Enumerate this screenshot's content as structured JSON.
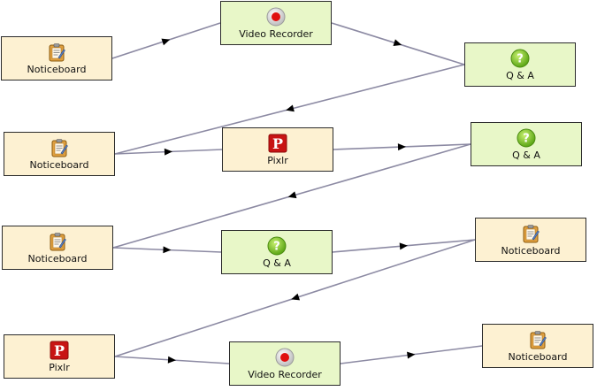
{
  "colors": {
    "notice_fill": "#fdf1d2",
    "green_fill": "#e8f7c8",
    "edge": "#8c8aa3",
    "arrow": "#000000"
  },
  "nodes": [
    {
      "id": "n1",
      "kind": "notice",
      "icon": "noticeboard-icon",
      "label": "Noticeboard"
    },
    {
      "id": "n2",
      "kind": "green",
      "icon": "record-icon",
      "label": "Video Recorder"
    },
    {
      "id": "n3",
      "kind": "green",
      "icon": "question-icon",
      "label": "Q & A"
    },
    {
      "id": "n4",
      "kind": "notice",
      "icon": "noticeboard-icon",
      "label": "Noticeboard"
    },
    {
      "id": "n5",
      "kind": "pixlr",
      "icon": "pixlr-icon",
      "label": "Pixlr"
    },
    {
      "id": "n6",
      "kind": "green",
      "icon": "question-icon",
      "label": "Q & A"
    },
    {
      "id": "n7",
      "kind": "notice",
      "icon": "noticeboard-icon",
      "label": "Noticeboard"
    },
    {
      "id": "n8",
      "kind": "green",
      "icon": "question-icon",
      "label": "Q & A"
    },
    {
      "id": "n9",
      "kind": "notice",
      "icon": "noticeboard-icon",
      "label": "Noticeboard"
    },
    {
      "id": "n10",
      "kind": "pixlr",
      "icon": "pixlr-icon",
      "label": "Pixlr"
    },
    {
      "id": "n11",
      "kind": "green",
      "icon": "record-icon",
      "label": "Video Recorder"
    },
    {
      "id": "n12",
      "kind": "notice",
      "icon": "noticeboard-icon",
      "label": "Noticeboard"
    }
  ],
  "edges": [
    [
      "n1",
      "n2"
    ],
    [
      "n2",
      "n3"
    ],
    [
      "n3",
      "n4"
    ],
    [
      "n4",
      "n5"
    ],
    [
      "n5",
      "n6"
    ],
    [
      "n6",
      "n7"
    ],
    [
      "n7",
      "n8"
    ],
    [
      "n8",
      "n9"
    ],
    [
      "n9",
      "n10"
    ],
    [
      "n10",
      "n11"
    ],
    [
      "n11",
      "n12"
    ]
  ]
}
